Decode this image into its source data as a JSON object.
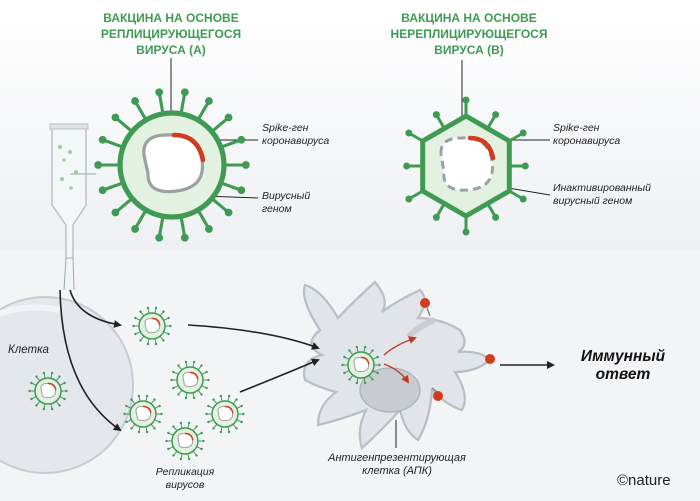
{
  "vaccine_a": {
    "title": [
      "ВАКЦИНА НА ОСНОВЕ",
      "РЕПЛИЦИРУЮЩЕГОСЯ",
      "ВИРУСА (А)"
    ],
    "spike_label": [
      "Spike-ген",
      "коронавируса"
    ],
    "genome_label": [
      "Вирусный",
      "геном"
    ]
  },
  "vaccine_b": {
    "title": [
      "ВАКЦИНА НА ОСНОВЕ",
      "НЕРЕПЛИЦИРУЮЩЕГОСЯ",
      "ВИРУСА (В)"
    ],
    "spike_label": [
      "Spike-ген",
      "коронавируса"
    ],
    "genome_label": [
      "Инактивированный",
      "вирусный геном"
    ]
  },
  "cell_label": "Клетка",
  "replication_label": [
    "Репликация",
    "вирусов"
  ],
  "apc_label": [
    "Антигенпрезентирующая",
    "клетка (АПК)"
  ],
  "immune_label": [
    "Иммунный",
    "ответ"
  ],
  "logo": "©nature",
  "colors": {
    "virus_green": "#3f9b53",
    "virus_fill": "#e3f1e0",
    "spike_red": "#d33a1f",
    "genome_grey": "#9aa0a4",
    "cell_fill": "#e5e8ec",
    "apc_fill": "#e1e4e8"
  }
}
